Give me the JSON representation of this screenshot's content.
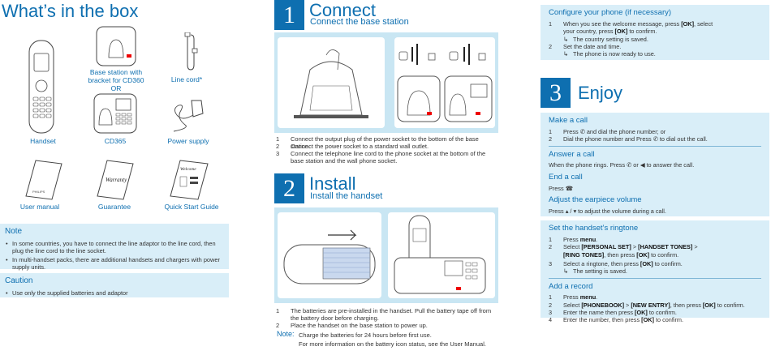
{
  "box": {
    "title": "What’s in the box",
    "items": {
      "handset": "Handset",
      "base_station": "Base station with bracket for CD360 OR",
      "line_cord": "Line cord*",
      "cd365": "CD365",
      "power_supply": "Power supply",
      "user_manual": "User manual",
      "guarantee": "Guarantee",
      "quick_start": "Quick Start Guide",
      "warranty_text": "Warranty",
      "welcome_text": "Welcome",
      "manual_brand": "PHILIPS"
    },
    "note": {
      "title": "Note",
      "bullets": [
        "In some countries, you have to connect the line adaptor to the line cord, then plug the line cord to the line socket.",
        "In multi-handset packs, there are additional handsets and chargers with power supply units."
      ]
    },
    "caution": {
      "title": "Caution",
      "bullets": [
        "Use only the supplied batteries and adaptor"
      ]
    }
  },
  "connect": {
    "number": "1",
    "title": "Connect",
    "subtitle": "Connect the base station",
    "steps": [
      {
        "n": "1",
        "text": "Connect the output plug of the power socket to the bottom of the base station."
      },
      {
        "n": "2",
        "text": "Connect the power socket to a standard wall outlet."
      },
      {
        "n": "3",
        "text": "Connect the telephone line cord to the phone socket at the bottom of the base station and the wall phone socket."
      }
    ]
  },
  "install": {
    "number": "2",
    "title": "Install",
    "subtitle": "Install the handset",
    "steps": [
      {
        "n": "1",
        "text": "The batteries are pre-installed in the handset. Pull the battery tape off from the battery door before charging."
      },
      {
        "n": "2",
        "text": "Place the handset on the base station to power up."
      }
    ],
    "note_label": "Note:",
    "note_lines": [
      "Charge the batteries for 24 hours before first use.",
      "For more information on the battery icon status, see the User Manual."
    ]
  },
  "configure": {
    "title": "Configure your phone (if necessary)",
    "lines": [
      {
        "n": "1",
        "pre": "When you see the welcome message, press ",
        "key": "[OK]",
        "post": ", select"
      },
      {
        "n": "",
        "pre": "your country, press ",
        "key": "[OK]",
        "post": " to confirm."
      },
      {
        "arrow": "↳",
        "text": "The country setting is saved."
      },
      {
        "n": "2",
        "pre": "Set the date and time.",
        "key": "",
        "post": ""
      },
      {
        "arrow": "↳",
        "text": "The phone is now ready to use."
      }
    ]
  },
  "enjoy": {
    "number": "3",
    "title": "Enjoy",
    "make_call": {
      "title": "Make a call",
      "l1_n": "1",
      "l1a": "Press ",
      "l1b": " and dial the phone number; or",
      "l2_n": "2",
      "l2a": "Dial the phone number and Press ",
      "l2b": " to dial out the call."
    },
    "answer_call": {
      "title": "Answer a call",
      "a": "When the phone rings. Press ",
      "b": " or ",
      "c": " to answer the call."
    },
    "end_call": {
      "title": "End a call",
      "a": "Press "
    },
    "volume": {
      "title": "Adjust the earpiece volume",
      "a": "Press ",
      "b": " / ",
      "c": " to adjust the volume during a call."
    },
    "ringtone": {
      "title": "Set the handset’s ringtone",
      "l1_n": "1",
      "l1a": "Press ",
      "l1k": "menu",
      "l1b": ".",
      "l2_n": "2",
      "l2a": "Select ",
      "l2k1": "[PERSONAL SET]",
      "l2s1": " > ",
      "l2k2": "[HANDSET TONES]",
      "l2s2": " >",
      "l2c_k": "[RING TONES]",
      "l2c_a": ", then press ",
      "l2c_k2": "[OK]",
      "l2c_b": " to confirm.",
      "l3_n": "3",
      "l3a": "Select a ringtone, then press ",
      "l3k": "[OK]",
      "l3b": " to confirm.",
      "l3_arrow": "↳",
      "l3_saved": "The setting is saved."
    },
    "record": {
      "title": "Add a record",
      "l1_n": "1",
      "l1a": "Press ",
      "l1k": "menu",
      "l1b": ".",
      "l2_n": "2",
      "l2a": "Select ",
      "l2k1": "[PHONEBOOK]",
      "l2s": " > ",
      "l2k2": "[NEW ENTRY]",
      "l2b": ", then press ",
      "l2k3": "[OK]",
      "l2c": " to confirm.",
      "l3_n": "3",
      "l3a": "Enter the name then press ",
      "l3k": "[OK]",
      "l3b": " to confirm.",
      "l4_n": "4",
      "l4a": "Enter the number, then press ",
      "l4k": "[OK]",
      "l4b": " to confirm."
    }
  },
  "colors": {
    "accent": "#0e6fb0",
    "panel": "#d9eef8",
    "image_panel": "#c9e6f3"
  }
}
